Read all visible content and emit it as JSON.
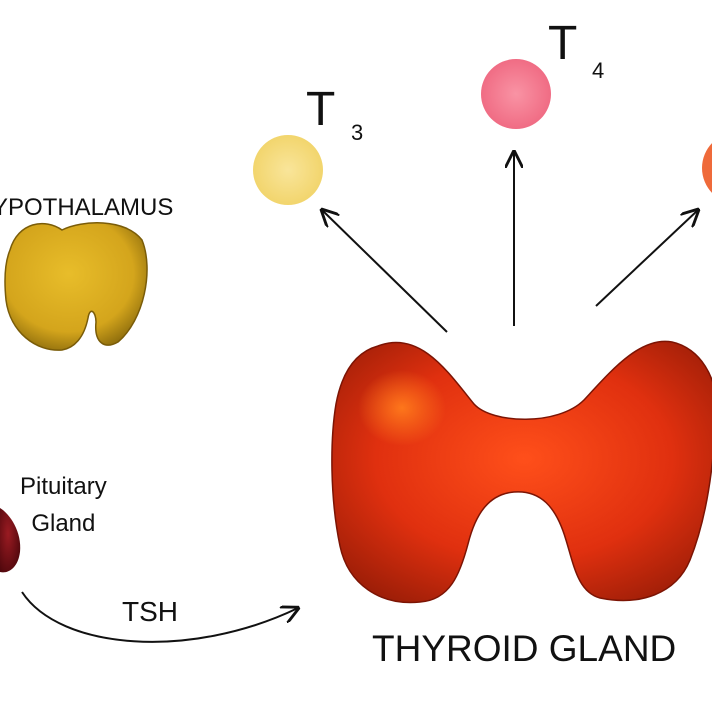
{
  "labels": {
    "hypothalamus": "YPOTHALAMUS",
    "pituitary_line1": "Pituitary",
    "pituitary_line2": "Gland",
    "tsh": "TSH",
    "thyroid": "THYROID GLAND",
    "t3_main": "T",
    "t3_sub": "3",
    "t4_main": "T",
    "t4_sub": "4"
  },
  "colors": {
    "hypothalamus": "#d9ac1e",
    "pituitary": "#7a0f16",
    "thyroid": "#e53212",
    "t3_circle": "#f6dc7f",
    "t4_circle": "#f47d92",
    "third_hormone_circle": "#ef6a3a",
    "arrows": "#111111"
  }
}
